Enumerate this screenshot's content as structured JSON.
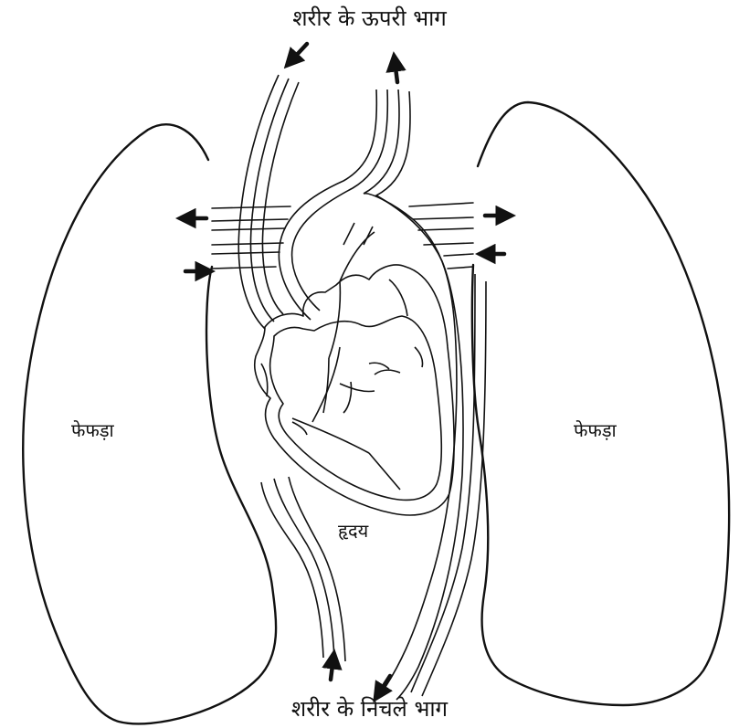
{
  "diagram": {
    "labels": {
      "upper_body": "शरीर के ऊपरी भाग",
      "lower_body": "शरीर के निचले भाग",
      "left_lung": "फेफड़ा",
      "right_lung": "फेफड़ा",
      "heart": "हृदय"
    },
    "colors": {
      "ink": "#111111",
      "background": "#ffffff"
    }
  }
}
